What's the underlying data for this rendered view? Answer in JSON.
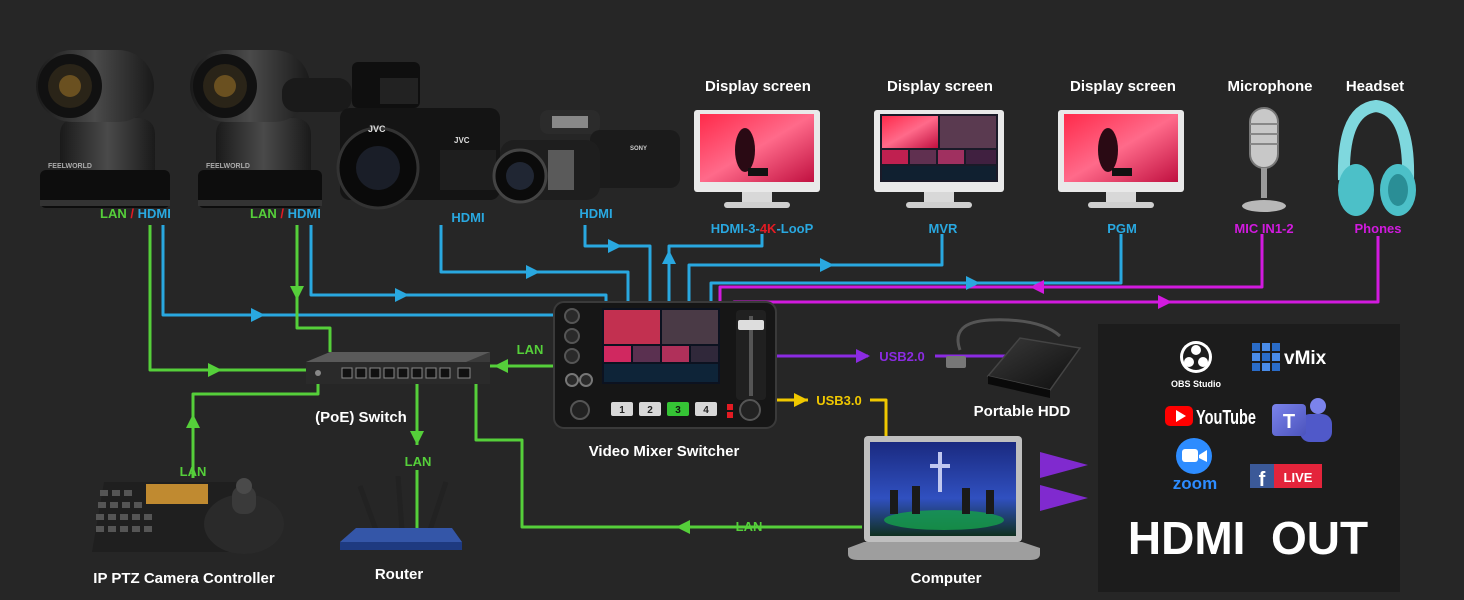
{
  "colors": {
    "background": "#262626",
    "hdmi": "#29a8e0",
    "lan": "#55cf3a",
    "audio": "#d21adf",
    "usb2": "#8b2be2",
    "usb3": "#f0c800",
    "loop_4k": "#e31b23",
    "panel": "#1c1c1c"
  },
  "devices": {
    "display_1": "Display screen",
    "display_2": "Display screen",
    "display_3": "Display screen",
    "microphone": "Microphone",
    "headset": "Headset",
    "poe_switch": "(PoE) Switch",
    "mixer": "Video Mixer Switcher",
    "portable_hdd": "Portable HDD",
    "ptz_controller": "IP PTZ Camera Controller",
    "router": "Router",
    "computer": "Computer"
  },
  "ports": {
    "cam1_lan": "LAN",
    "cam1_sep": "/",
    "cam1_hdmi": "HDMI",
    "cam2_lan": "LAN",
    "cam2_sep": "/",
    "cam2_hdmi": "HDMI",
    "camcorder1_hdmi": "HDMI",
    "camcorder2_hdmi": "HDMI",
    "loop_prefix": "HDMI-3-",
    "loop_4k": "4K",
    "loop_suffix": "-LooP",
    "mvr": "MVR",
    "pgm": "PGM",
    "mic_in": "MIC IN1-2",
    "phones": "Phones",
    "mixer_lan": "LAN",
    "usb2": "USB2.0",
    "usb3": "USB3.0",
    "controller_lan": "LAN",
    "router_lan": "LAN",
    "computer_lan": "LAN"
  },
  "mixer_buttons": [
    "1",
    "2",
    "3",
    "4"
  ],
  "camera_brand": "FEELWORLD",
  "streaming": {
    "obs": "OBS Studio",
    "vmix": "vMix",
    "youtube": "YouTube",
    "zoom": "zoom",
    "fb_live": "LIVE",
    "hdmi_out": "HDMI  OUT"
  },
  "icons": [
    "ptz-camera-icon",
    "camcorder-icon",
    "monitor-icon",
    "microphone-icon",
    "headphones-icon",
    "network-switch-icon",
    "router-icon",
    "laptop-icon",
    "hard-drive-icon",
    "joystick-controller-icon",
    "obs-logo-icon",
    "vmix-logo-icon",
    "youtube-logo-icon",
    "teams-logo-icon",
    "zoom-logo-icon",
    "facebook-logo-icon"
  ]
}
